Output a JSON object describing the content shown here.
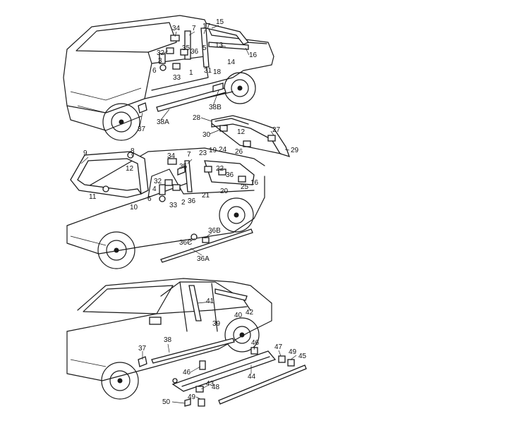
{
  "labels": [
    "34",
    "7",
    "17",
    "15",
    "32",
    "35",
    "36",
    "5",
    "13",
    "3",
    "16",
    "6",
    "14",
    "33",
    "31",
    "18",
    "1",
    "38B",
    "37",
    "38A",
    "28",
    "12",
    "27",
    "30",
    "29",
    "8",
    "9",
    "12",
    "34",
    "7",
    "23",
    "19",
    "24",
    "26",
    "22",
    "35",
    "36",
    "32",
    "4",
    "25",
    "16",
    "6",
    "20",
    "11",
    "10",
    "33",
    "2",
    "36",
    "21",
    "36B",
    "36C",
    "36A",
    "41",
    "40",
    "42",
    "39",
    "37",
    "38",
    "46",
    "47",
    "49",
    "45",
    "46",
    "44",
    "48",
    "43",
    "50",
    "49"
  ]
}
